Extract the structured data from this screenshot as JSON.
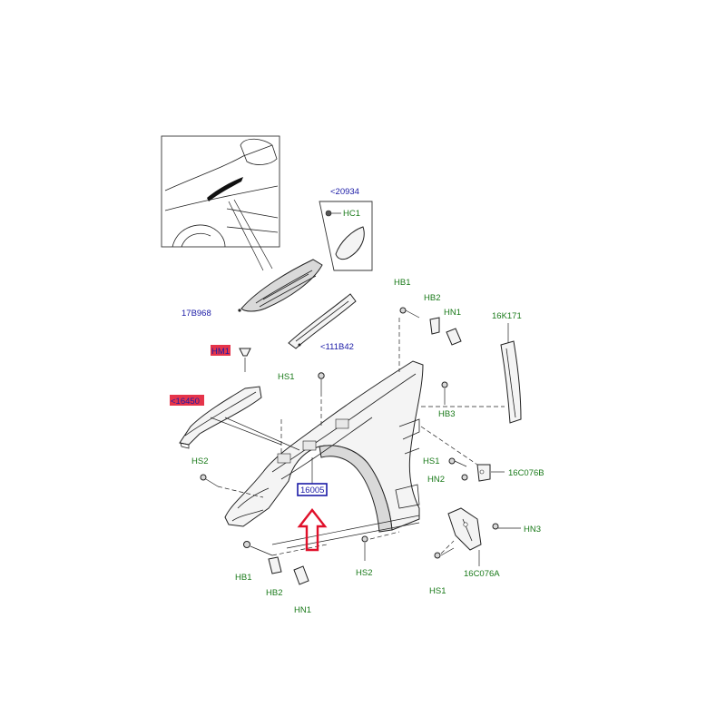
{
  "labels": {
    "inset_callout": "<20934",
    "hc1": "HC1",
    "part_17b968": "17B968",
    "part_111b42": "<111B42",
    "hm1": "HM1",
    "part_16450": "<16450",
    "hs1_top": "HS1",
    "hb1_top": "HB1",
    "hb2_top": "HB2",
    "hn1_top": "HN1",
    "part_16k171": "16K171",
    "hb3": "HB3",
    "hs1_right": "HS1",
    "hn2": "HN2",
    "part_16c076b": "16C076B",
    "hs2_left": "HS2",
    "part_16005": "16005",
    "hn3": "HN3",
    "part_16c076a": "16C076A",
    "hb1_bottom": "HB1",
    "hb2_bottom": "HB2",
    "hn1_bottom": "HN1",
    "hs2_bottom": "HS2",
    "hs1_bottom": "HS1"
  },
  "colors": {
    "label_blue": "#1a1aa6",
    "label_green": "#1a7a1a",
    "highlight_red": "#e0102a",
    "highlight_blue_box": "#1a1aa6",
    "arrow_red": "#e0102a"
  }
}
